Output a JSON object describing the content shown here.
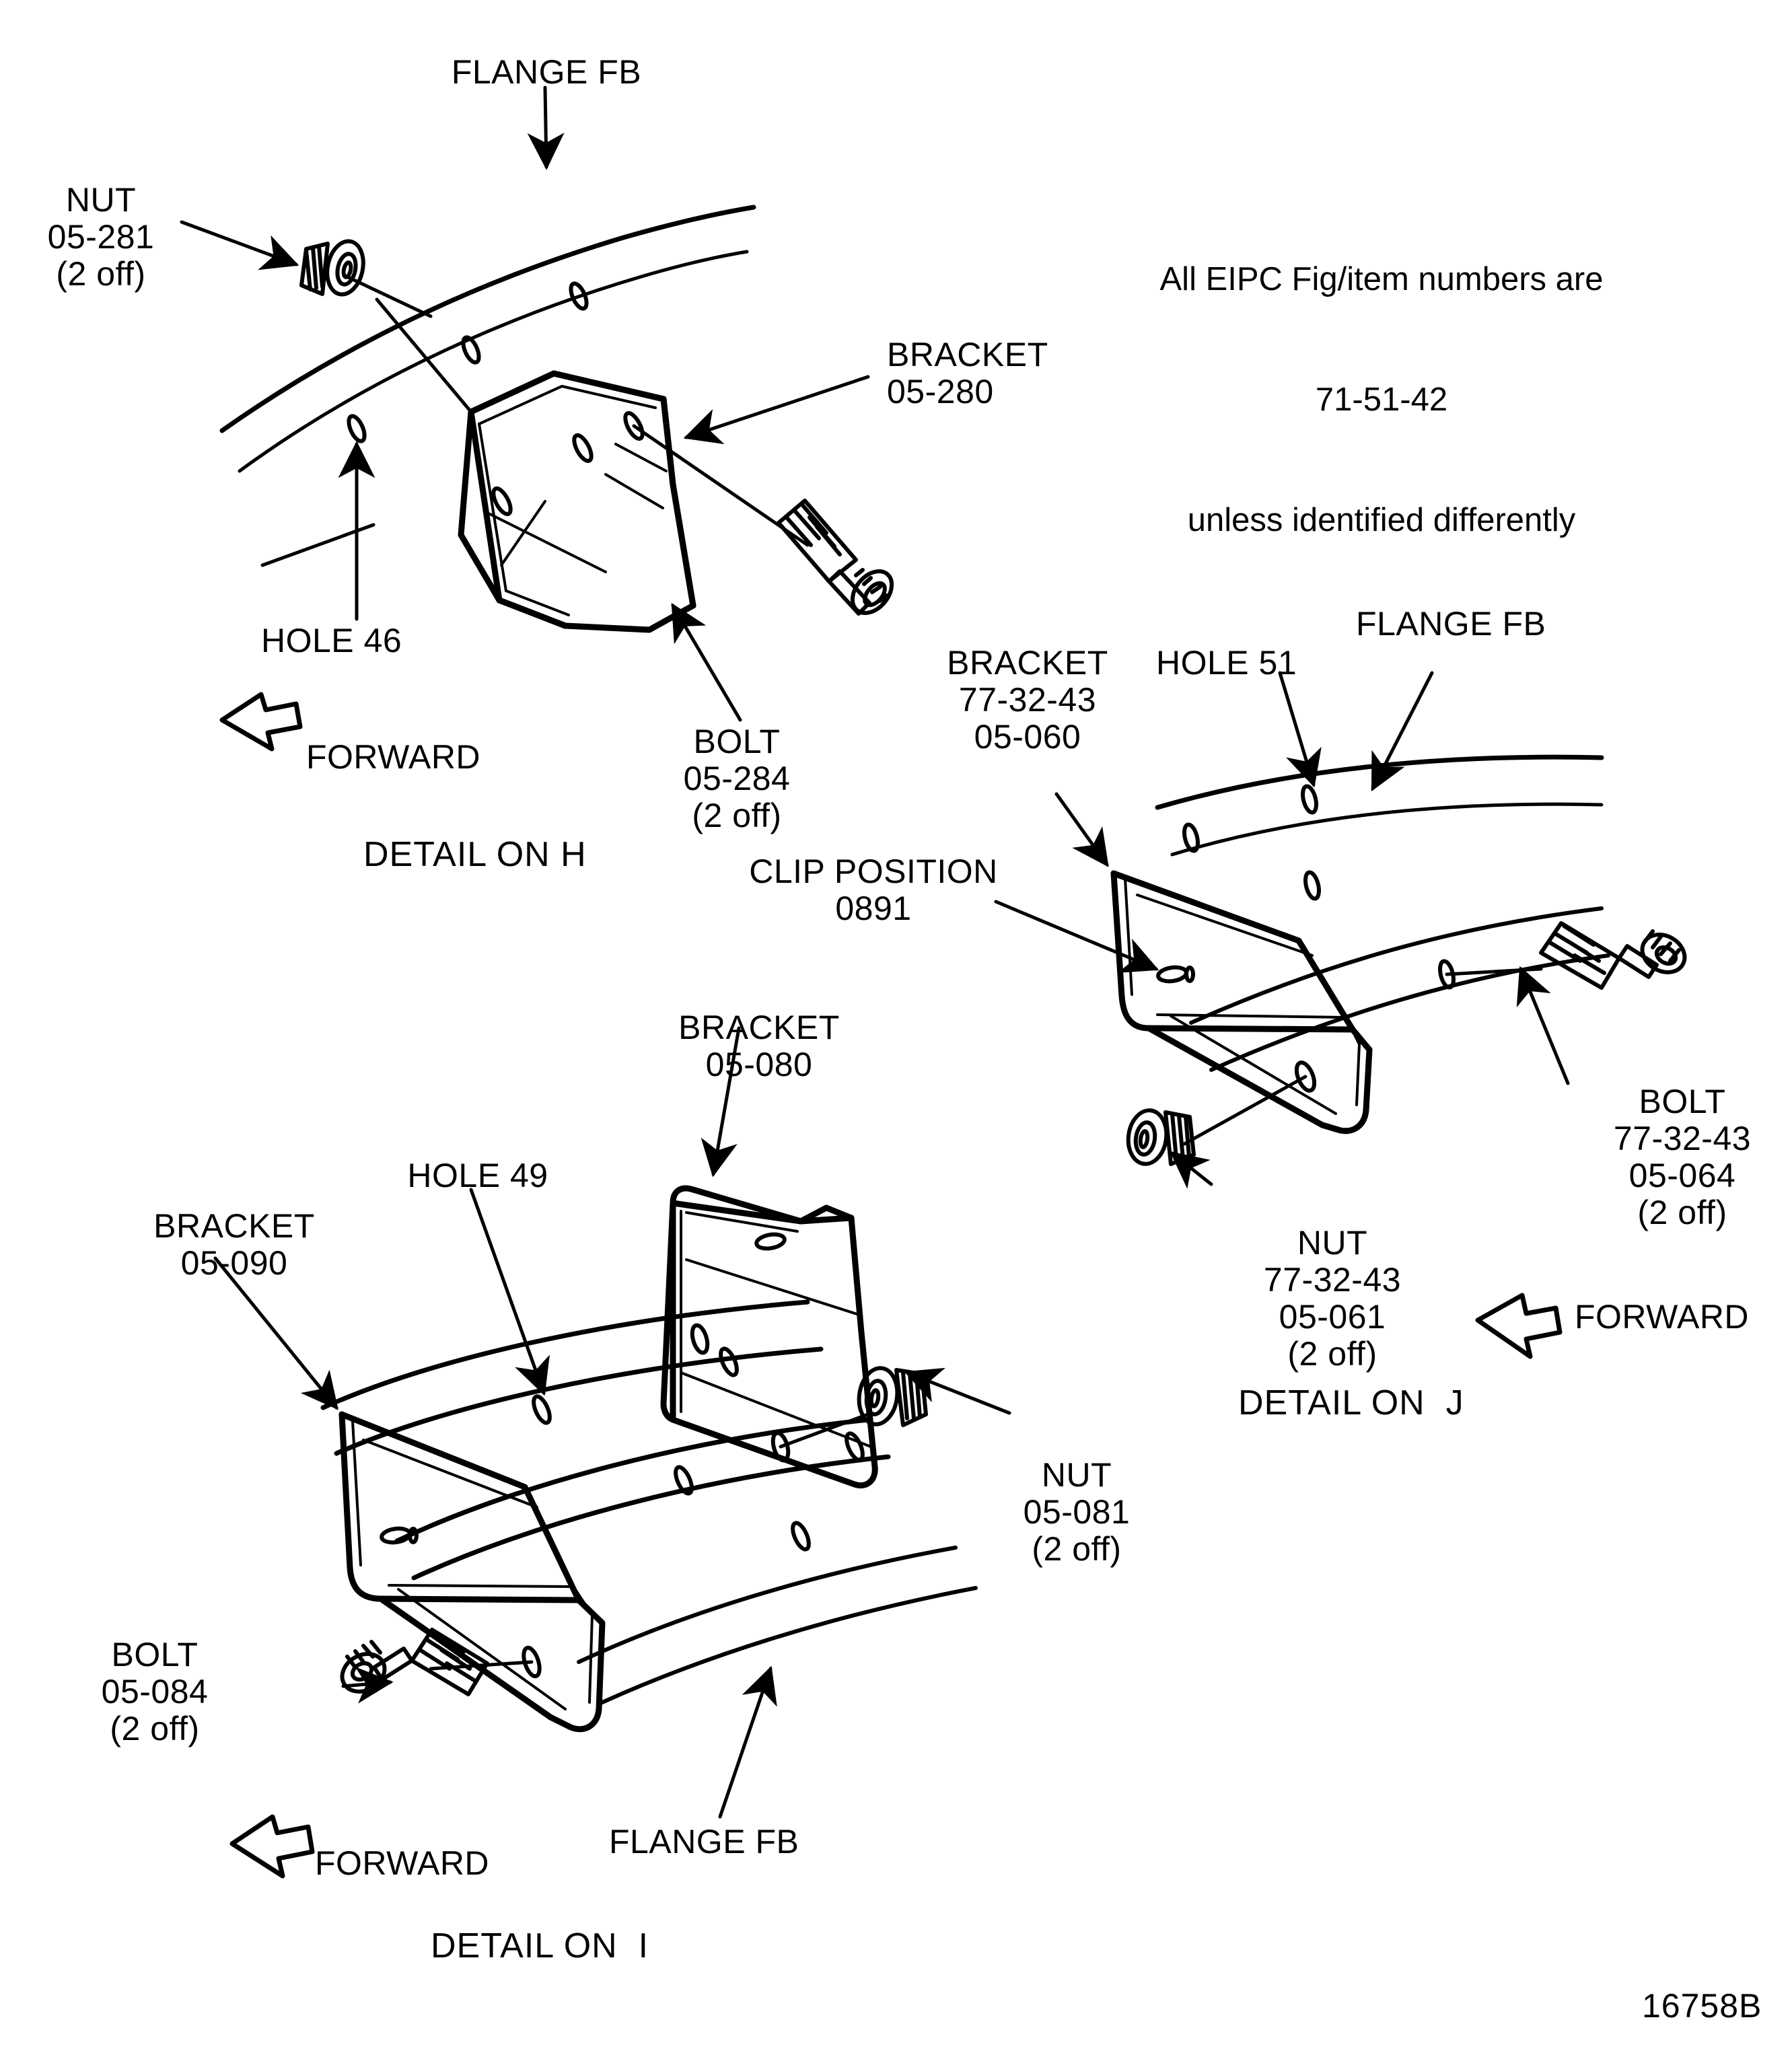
{
  "figure": {
    "number": "16758B",
    "note_line1": "All EIPC Fig/item numbers are",
    "note_line2": "71-51-42",
    "note_line3": "unless identified differently"
  },
  "details": [
    {
      "id": "H",
      "caption": "DETAIL ON H",
      "direction_label": "FORWARD",
      "labels": [
        {
          "name": "flange-fb-label-h",
          "text": "FLANGE FB"
        },
        {
          "name": "nut-label-h",
          "text": "NUT\n05-281\n(2 off)"
        },
        {
          "name": "hole-label-h",
          "text": "HOLE 46"
        },
        {
          "name": "bracket-label-h",
          "text": "BRACKET\n05-280"
        },
        {
          "name": "bolt-label-h",
          "text": "BOLT\n05-284\n(2 off)"
        }
      ]
    },
    {
      "id": "J",
      "caption": "DETAIL ON  J",
      "direction_label": "FORWARD",
      "labels": [
        {
          "name": "bracket-label-j",
          "text": "BRACKET\n77-32-43\n05-060"
        },
        {
          "name": "hole-label-j",
          "text": "HOLE 51"
        },
        {
          "name": "flange-fb-label-j",
          "text": "FLANGE FB"
        },
        {
          "name": "clip-position-label-j",
          "text": "CLIP POSITION\n0891"
        },
        {
          "name": "bolt-label-j",
          "text": "BOLT\n77-32-43\n05-064\n(2 off)"
        },
        {
          "name": "nut-label-j",
          "text": "NUT\n77-32-43\n05-061\n(2 off)"
        }
      ]
    },
    {
      "id": "I",
      "caption": "DETAIL ON  I",
      "direction_label": "FORWARD",
      "labels": [
        {
          "name": "bracket-label-i-upper",
          "text": "BRACKET\n05-080"
        },
        {
          "name": "hole-label-i",
          "text": "HOLE 49"
        },
        {
          "name": "bracket-label-i-lower",
          "text": "BRACKET\n05-090"
        },
        {
          "name": "nut-label-i",
          "text": "NUT\n05-081\n(2 off)"
        },
        {
          "name": "bolt-label-i",
          "text": "BOLT\n05-084\n(2 off)"
        },
        {
          "name": "flange-fb-label-i",
          "text": "FLANGE FB"
        }
      ]
    }
  ],
  "text": {
    "flange_fb_h": "FLANGE FB",
    "nut_h": "NUT\n05-281\n(2 off)",
    "hole_46": "HOLE 46",
    "bracket_280": "BRACKET\n05-280",
    "bolt_284": "BOLT\n05-284\n(2 off)",
    "forward_h": "FORWARD",
    "detail_h": "DETAIL ON H",
    "bracket_060": "BRACKET\n77-32-43\n05-060",
    "hole_51": "HOLE 51",
    "flange_fb_j": "FLANGE FB",
    "clip_0891": "CLIP POSITION\n0891",
    "bolt_064": "BOLT\n77-32-43\n05-064\n(2 off)",
    "nut_061": "NUT\n77-32-43\n05-061\n(2 off)",
    "forward_j": "FORWARD",
    "detail_j": "DETAIL ON  J",
    "bracket_080": "BRACKET\n05-080",
    "hole_49": "HOLE 49",
    "bracket_090": "BRACKET\n05-090",
    "nut_081": "NUT\n05-081\n(2 off)",
    "bolt_084": "BOLT\n05-084\n(2 off)",
    "flange_fb_i": "FLANGE FB",
    "forward_i": "FORWARD",
    "detail_i": "DETAIL ON  I",
    "note": "All EIPC Fig/item numbers are\n71-51-42\nunless identified differently",
    "figno": "16758B"
  },
  "colors": {
    "ink": "#000000",
    "paper": "#ffffff"
  }
}
